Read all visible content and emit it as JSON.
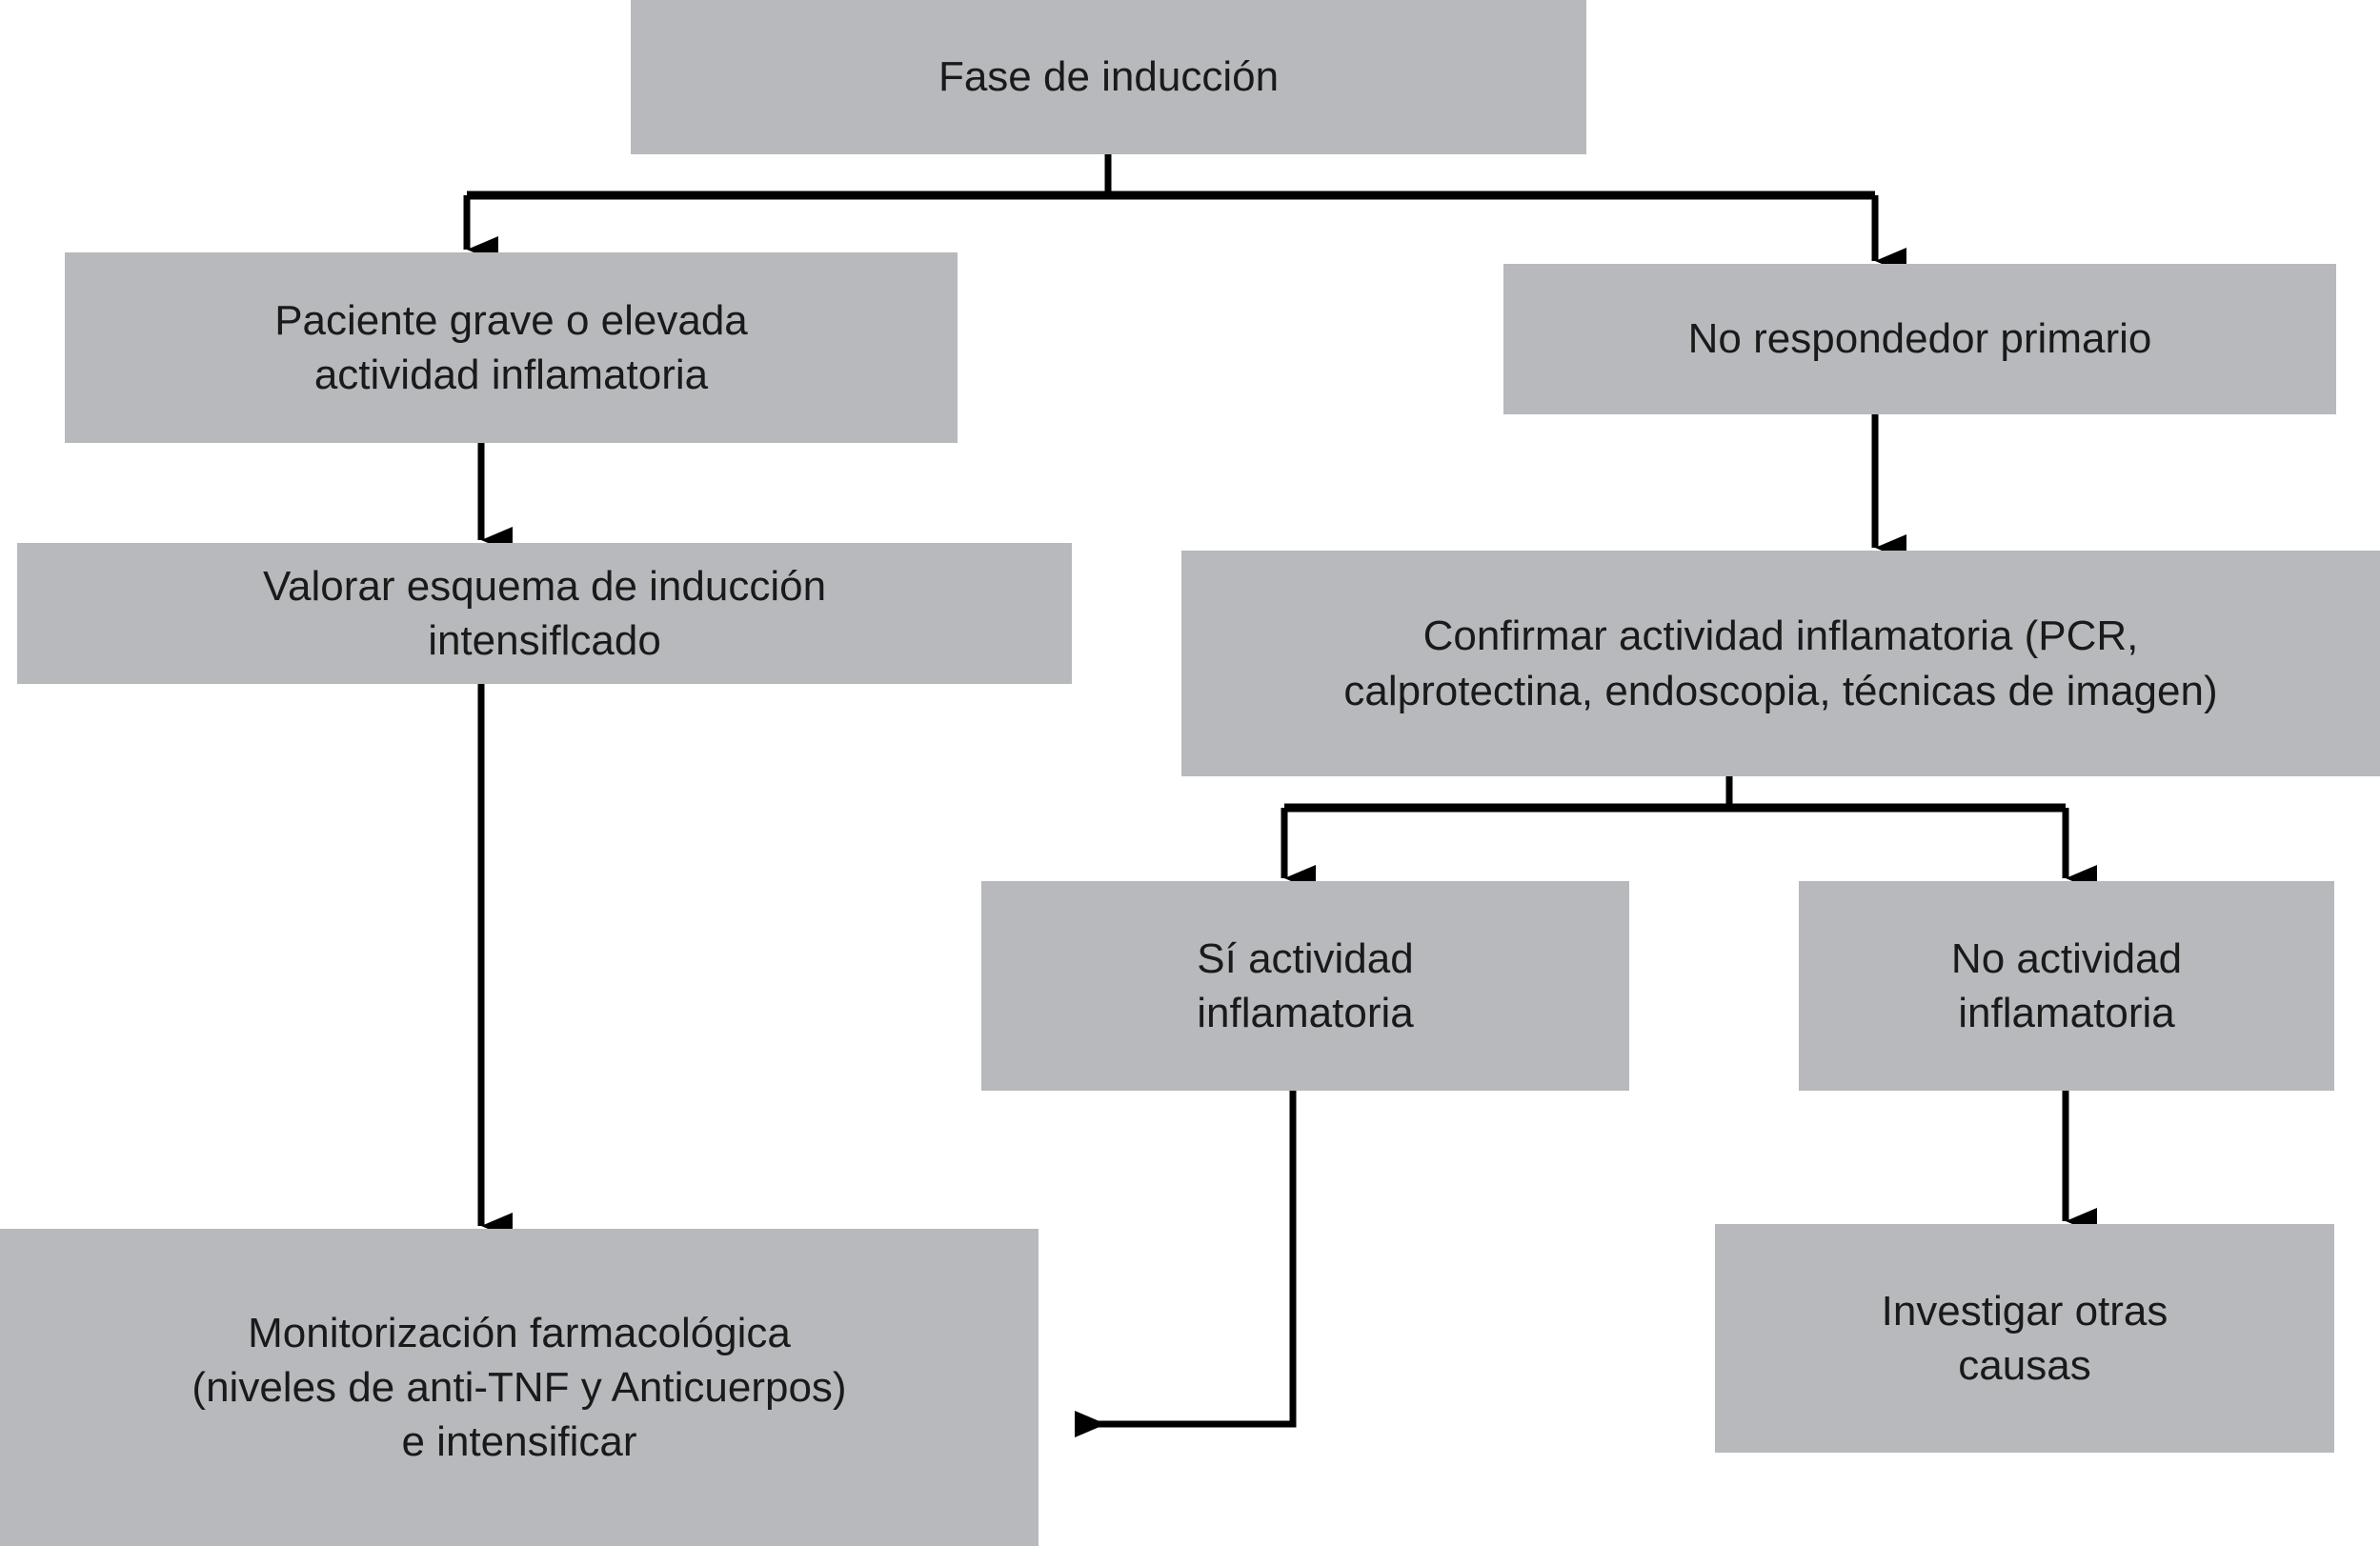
{
  "diagram": {
    "title": "Fase de inducción",
    "language": "es",
    "background_color": "#ffffff",
    "node_fill_color": "#b7b9bc",
    "node_text_color": "#1a1a1a",
    "connector_color": "#000000",
    "nodes": [
      {
        "id": "fase-induccion",
        "lines": [
          "Fase de inducción"
        ]
      },
      {
        "id": "paciente-grave",
        "lines": [
          "Paciente grave o elevada",
          "actividad inflamatoria"
        ]
      },
      {
        "id": "no-respondedor",
        "lines": [
          "No respondedor primario"
        ]
      },
      {
        "id": "valorar-esquema",
        "lines": [
          "Valorar esquema de inducción",
          "intensiflcado"
        ]
      },
      {
        "id": "confirmar-actividad",
        "lines": [
          "Confirmar actividad inflamatoria (PCR,",
          "calprotectina, endoscopia, técnicas de imagen)"
        ]
      },
      {
        "id": "si-actividad",
        "lines": [
          "Sí actividad",
          "inflamatoria"
        ]
      },
      {
        "id": "no-actividad",
        "lines": [
          "No actividad",
          "inflamatoria"
        ]
      },
      {
        "id": "monitorizacion",
        "lines": [
          "Monitorización farmacológica",
          "(niveles de anti-TNF y Anticuerpos)",
          "e intensificar"
        ]
      },
      {
        "id": "investigar-causas",
        "lines": [
          "Investigar otras",
          "causas"
        ]
      }
    ],
    "edges": [
      {
        "id": "fase-to-paciente",
        "from": "fase-induccion",
        "to": "paciente-grave",
        "style": "elbow-split-left"
      },
      {
        "id": "fase-to-no-respondedor",
        "from": "fase-induccion",
        "to": "no-respondedor",
        "style": "elbow-split-right"
      },
      {
        "id": "paciente-to-valorar",
        "from": "paciente-grave",
        "to": "valorar-esquema",
        "style": "straight-down"
      },
      {
        "id": "no-respondedor-to-confirmar",
        "from": "no-respondedor",
        "to": "confirmar-actividad",
        "style": "straight-down"
      },
      {
        "id": "valorar-to-monitorizacion",
        "from": "valorar-esquema",
        "to": "monitorizacion",
        "style": "straight-down"
      },
      {
        "id": "confirmar-to-si",
        "from": "confirmar-actividad",
        "to": "si-actividad",
        "style": "elbow-split-left"
      },
      {
        "id": "confirmar-to-no",
        "from": "confirmar-actividad",
        "to": "no-actividad",
        "style": "elbow-split-right"
      },
      {
        "id": "si-to-monitorizacion",
        "from": "si-actividad",
        "to": "monitorizacion",
        "style": "elbow-left-arrow"
      },
      {
        "id": "no-to-investigar",
        "from": "no-actividad",
        "to": "investigar-causas",
        "style": "straight-down"
      }
    ]
  }
}
